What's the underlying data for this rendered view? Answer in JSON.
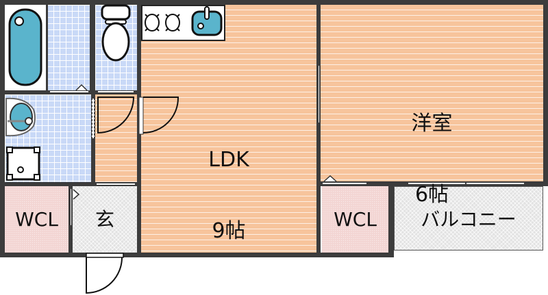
{
  "floor_plan": {
    "rooms": {
      "ldk": {
        "name": "LDK",
        "size": "9帖"
      },
      "western_room": {
        "name": "洋室",
        "size": "6帖"
      },
      "wcl_left": {
        "name": "WCL"
      },
      "entrance": {
        "name": "玄"
      },
      "wcl_right": {
        "name": "WCL"
      },
      "balcony": {
        "name": "バルコニー"
      },
      "bathroom": {
        "name": ""
      },
      "toilet": {
        "name": ""
      },
      "washroom": {
        "name": ""
      }
    },
    "colors": {
      "wall": "#3c3c3c",
      "wood_floor": "#f7c49c",
      "wet_area_tile": "#c9d9f7",
      "closet": "#f3d5d3",
      "balcony_entrance": "#e2e2e2",
      "fixture_blue": "#5ab4cc"
    },
    "fixtures": [
      "bathtub-icon",
      "toilet-icon",
      "washbasin-icon",
      "washing-machine-icon",
      "stove-burner-icon",
      "kitchen-sink-icon"
    ]
  }
}
